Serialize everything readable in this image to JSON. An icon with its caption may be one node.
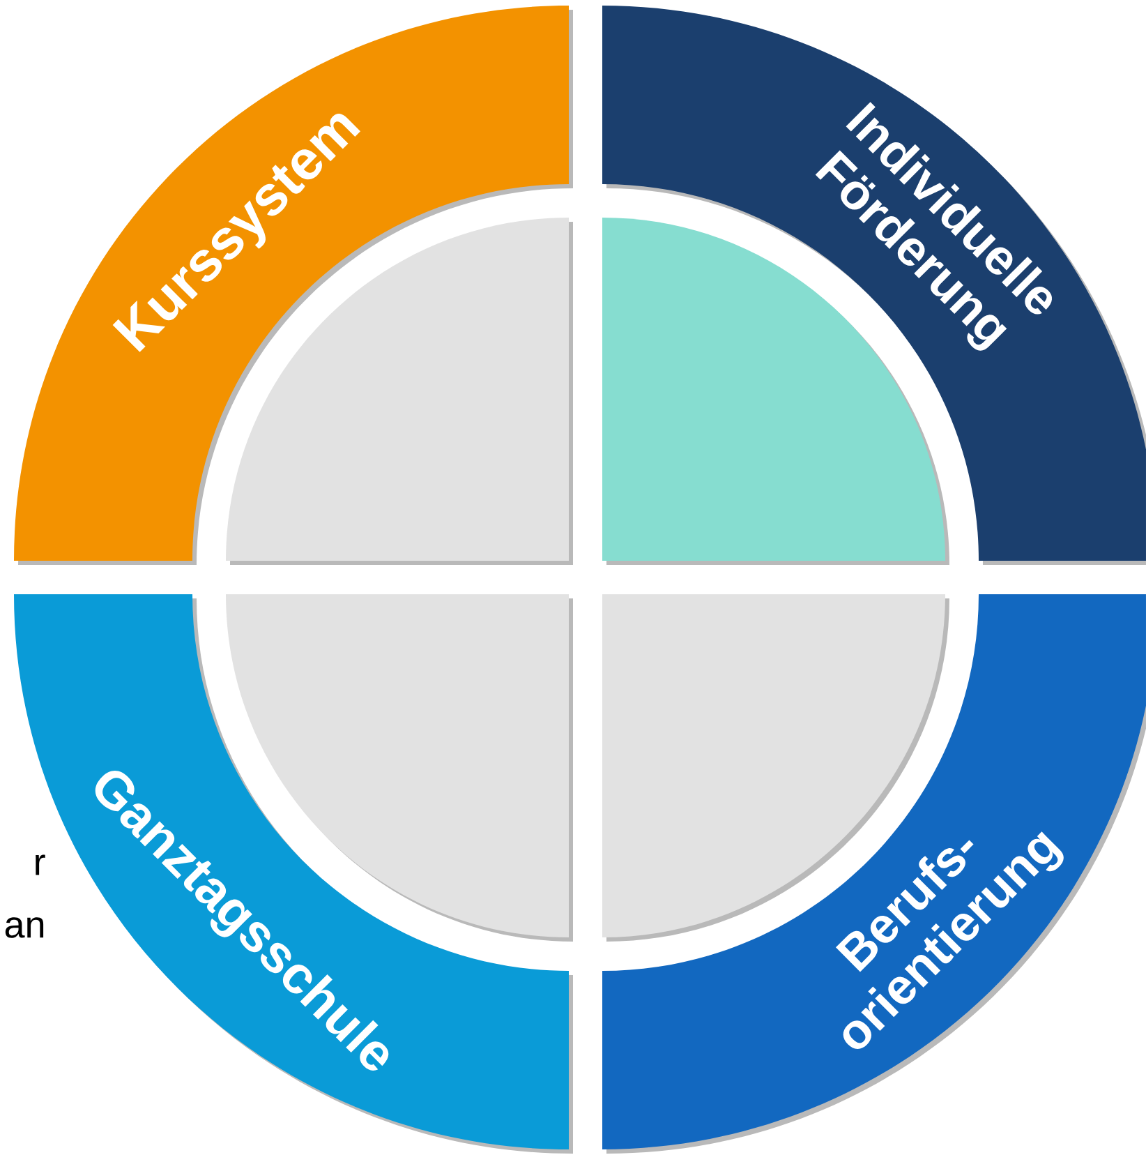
{
  "diagram": {
    "nodes": [
      {
        "text": [
          "Kurssystem"
        ]
      },
      {
        "text": [
          "Individuelle Förderung"
        ]
      },
      {
        "text": [
          "Ganztagsschule"
        ]
      },
      {
        "text": [
          "Berufs- orientierung"
        ]
      }
    ],
    "labels": [
      "r",
      "an"
    ]
  }
}
